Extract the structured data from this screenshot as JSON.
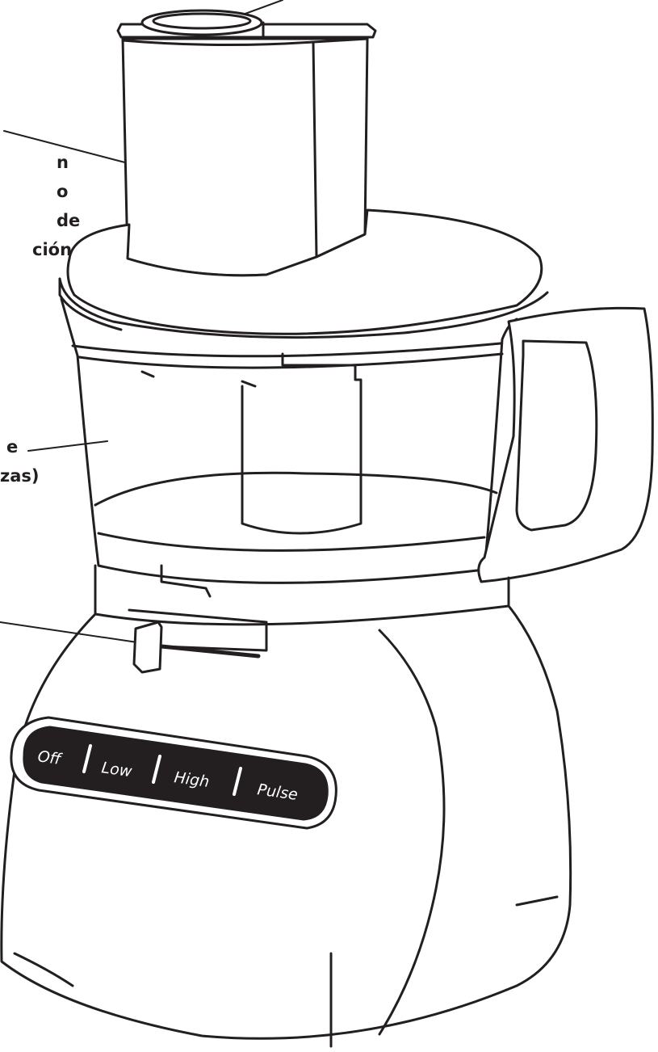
{
  "callouts": {
    "feed_tube": {
      "lines": [
        "n",
        "o",
        "de",
        "ción"
      ]
    },
    "work_bowl": {
      "lines": [
        "e",
        "zas)"
      ]
    }
  },
  "control_panel": {
    "buttons": [
      {
        "label": "Off"
      },
      {
        "label": "Low"
      },
      {
        "label": "High"
      },
      {
        "label": "Pulse"
      }
    ]
  },
  "colors": {
    "line": "#231f20",
    "panel": "#231f20",
    "background": "#ffffff"
  }
}
